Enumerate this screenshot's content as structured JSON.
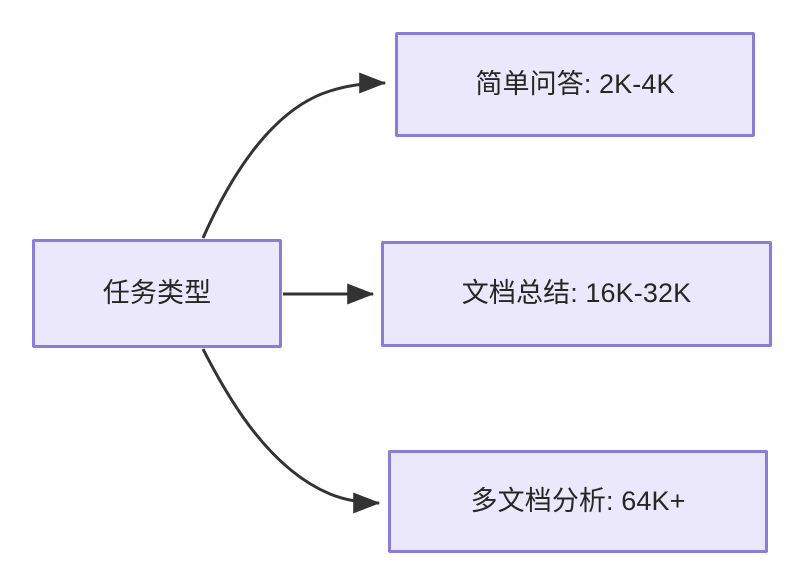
{
  "diagram": {
    "type": "flowchart",
    "direction": "left-to-right",
    "title": "",
    "background_color": "#ffffff",
    "node_fill_color": "#eae8fa",
    "node_border_color": "#8c7ae0",
    "node_text_color": "#262626",
    "edge_color": "#333333",
    "nodes": [
      {
        "id": "root",
        "label": "任务类型",
        "role": "source"
      },
      {
        "id": "simple_qa",
        "label": "简单问答: 2K-4K",
        "role": "target"
      },
      {
        "id": "doc_summary",
        "label": "文档总结: 16K-32K",
        "role": "target"
      },
      {
        "id": "multidoc",
        "label": "多文档分析: 64K+",
        "role": "target"
      }
    ],
    "edges": [
      {
        "id": "edge-root-simple-qa",
        "from": "root",
        "to": "simple_qa",
        "label": "",
        "style": "curved",
        "arrowhead": "filled-triangle"
      },
      {
        "id": "edge-root-doc-summary",
        "from": "root",
        "to": "doc_summary",
        "label": "",
        "style": "straight",
        "arrowhead": "filled-triangle"
      },
      {
        "id": "edge-root-multidoc",
        "from": "root",
        "to": "multidoc",
        "label": "",
        "style": "curved",
        "arrowhead": "filled-triangle"
      }
    ]
  }
}
